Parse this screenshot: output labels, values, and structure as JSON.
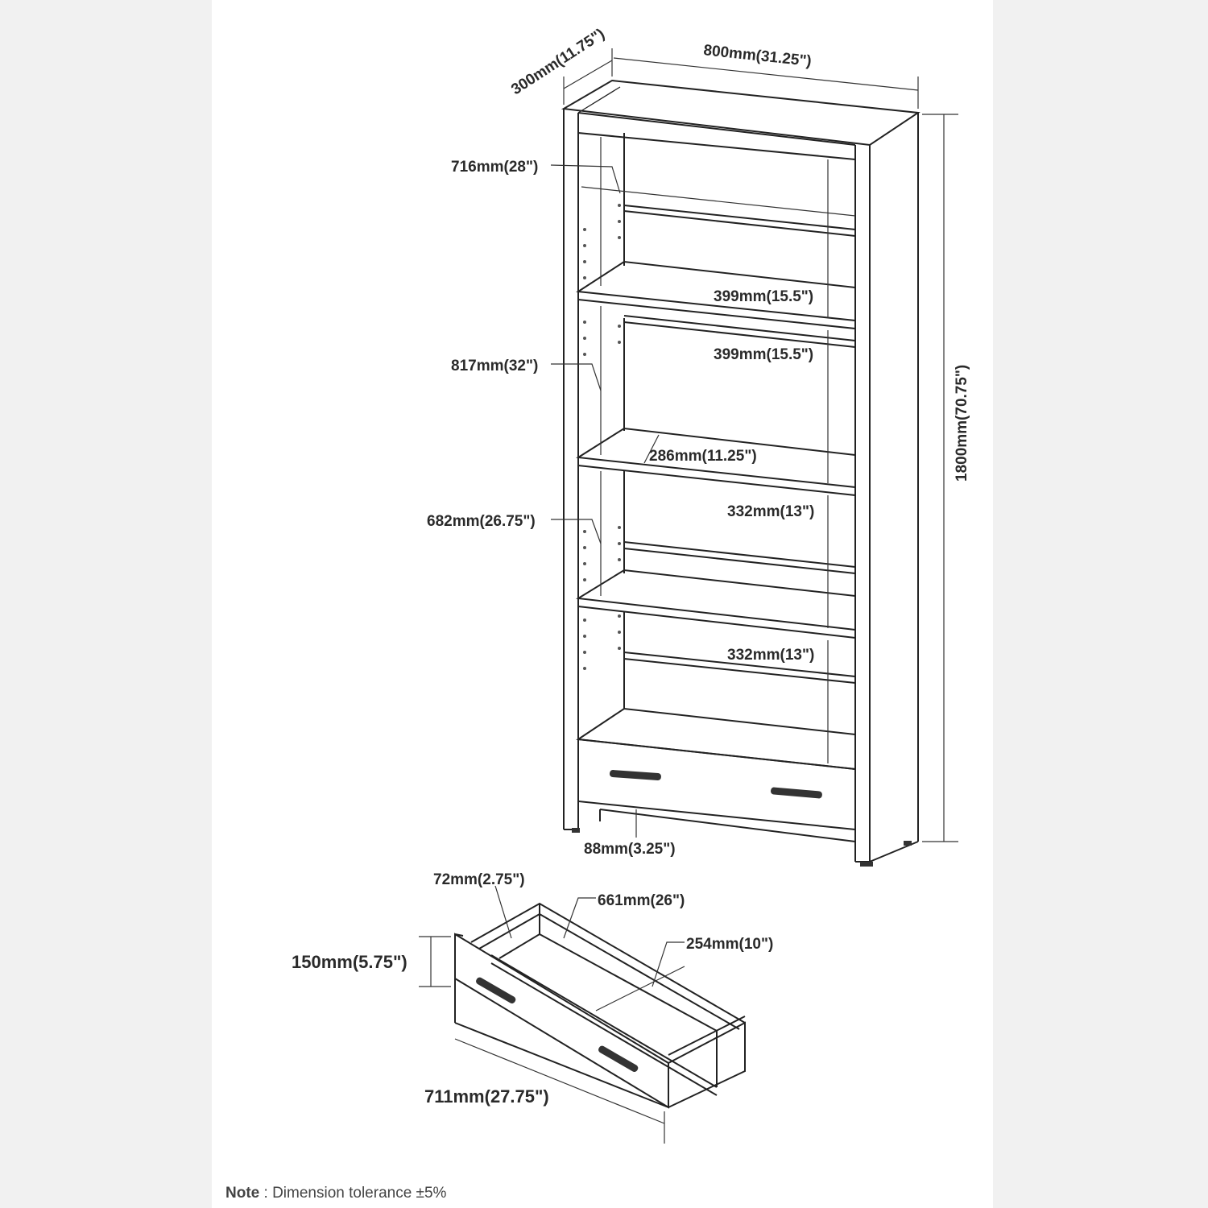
{
  "bookcase": {
    "depth": "300mm(11.75\")",
    "width": "800mm(31.25\")",
    "height": "1800mm(70.75\")",
    "top_section_height": "716mm(28\")",
    "middle_section_height": "817mm(32\")",
    "lower_section_height": "682mm(26.75\")",
    "shelf_gap_1a": "399mm(15.5\")",
    "shelf_gap_1b": "399mm(15.5\")",
    "shelf_depth": "286mm(11.25\")",
    "shelf_gap_2a": "332mm(13\")",
    "shelf_gap_2b": "332mm(13\")",
    "base_clearance": "88mm(3.25\")"
  },
  "drawer": {
    "inner_height": "72mm(2.75\")",
    "inner_width": "661mm(26\")",
    "inner_depth": "254mm(10\")",
    "height": "150mm(5.75\")",
    "width": "711mm(27.75\")"
  },
  "note": {
    "label": "Note",
    "text": " : Dimension tolerance ±5%"
  }
}
